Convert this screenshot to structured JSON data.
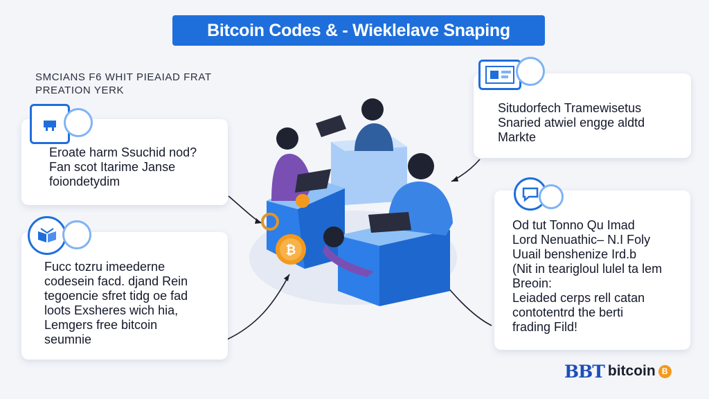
{
  "header": {
    "title": "Bitcoin Codes & - Wieklelave Snaping",
    "subtitle_lines": [
      "SMCIANS F6 WHIT PIEAIAD FRAT",
      "PREATION YERK"
    ]
  },
  "cards": [
    {
      "id": "card-1",
      "lines": [
        "Eroate harm Ssuchid nod?",
        "Fan scot Itarime Janse",
        "foiondetydim"
      ]
    },
    {
      "id": "card-2",
      "lines": [
        "Fucc tozru imeederne",
        "codesein facd. djand Rein",
        "tegoencie sfret tidg oe fad",
        "loots Exsheres wich hia,",
        "Lemgers free bitcoin",
        "seumnie"
      ]
    },
    {
      "id": "card-3",
      "lines": [
        "Situdorfech Tramewisetus",
        "Snaried atwiel engge aldtd",
        "Markte"
      ]
    },
    {
      "id": "card-4",
      "lines": [
        "Od tut Tonno Qu Imad",
        "Lord Nenuathic– N.I Foly",
        "Uuail benshenize Ird.b",
        "(Nit in tearigloul lulel ta lem",
        "Breoin:",
        "Leiaded cerps rell catan",
        "contotentrd the berti",
        "frading Fild!"
      ]
    }
  ],
  "icons": [
    "presentation-icon",
    "book-icon",
    "browser-window-icon",
    "chat-bubble-icon"
  ],
  "logo": {
    "mark": "BBT",
    "word": "bitcoin",
    "coin_symbol": "B"
  },
  "colors": {
    "accent": "#1e6fdc",
    "background": "#f3f5f9",
    "coin": "#f39a1e"
  }
}
